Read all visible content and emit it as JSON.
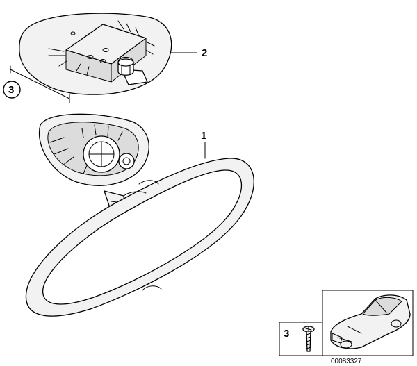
{
  "callouts": {
    "part_1": "1",
    "part_2": "2",
    "part_3": "3",
    "inset_part_3": "3"
  },
  "drawing_number": "00083327",
  "icons": [
    "mounting-plate-icon",
    "mirror-housing-icon",
    "mirror-frame-icon",
    "screw-icon",
    "car-icon"
  ]
}
